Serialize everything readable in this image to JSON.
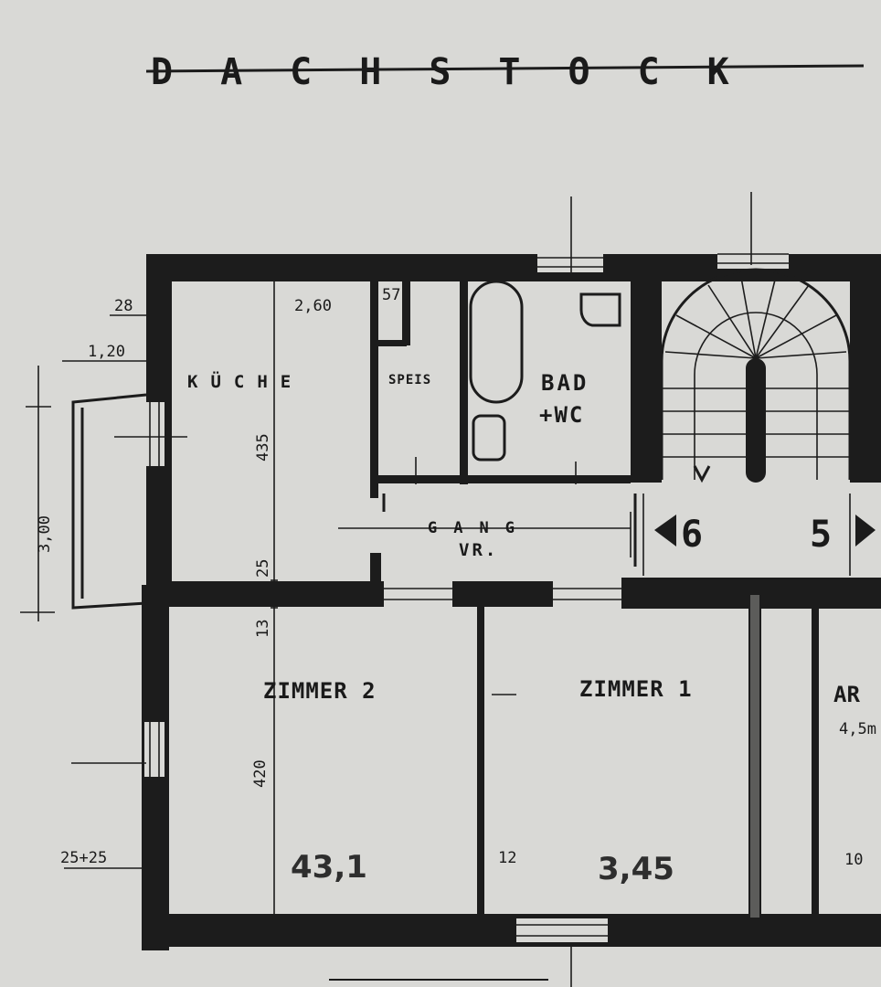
{
  "title": "DACHSTOCK",
  "rooms": {
    "kueche": "KÜCHE",
    "speis": "SPEIS",
    "bad_line1": "BAD",
    "bad_line2": "+WC",
    "gang_line1": "GANG",
    "gang_line2": "VR.",
    "zimmer2": "ZIMMER 2",
    "zimmer1": "ZIMMER 1",
    "ar": "AR",
    "ar_size": "4,5m"
  },
  "dimensions": {
    "d_28": "28",
    "d_260": "2,60",
    "d_57": "57",
    "d_120": "1,20",
    "d_300": "3,00",
    "d_435": "435",
    "d_25": "25",
    "d_13": "13",
    "d_420": "420",
    "d_25_25": "25+25",
    "d_12": "12",
    "d_10": "10"
  },
  "handwritten": {
    "area1": "43,1",
    "area2": "3,45"
  },
  "markers": {
    "left": "6",
    "right": "5"
  },
  "colors": {
    "paper": "#d9d9d6",
    "ink": "#1c1c1c"
  }
}
